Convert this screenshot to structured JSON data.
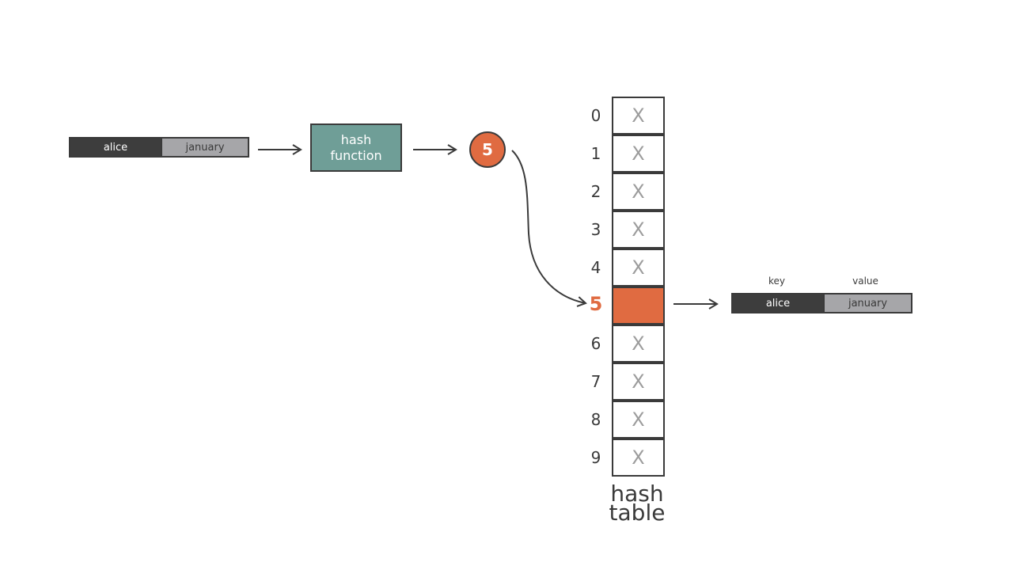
{
  "input_pair": {
    "key": "alice",
    "value": "january"
  },
  "hash_function": {
    "line1": "hash",
    "line2": "function"
  },
  "hash_result": "5",
  "table": {
    "indices": [
      "0",
      "1",
      "2",
      "3",
      "4",
      "5",
      "6",
      "7",
      "8",
      "9"
    ],
    "cells": [
      "X",
      "X",
      "X",
      "X",
      "X",
      "",
      "X",
      "X",
      "X",
      "X"
    ],
    "active_index": 5,
    "label_line1": "hash",
    "label_line2": "table"
  },
  "output_pair": {
    "key_header": "key",
    "value_header": "value",
    "key": "alice",
    "value": "january"
  },
  "colors": {
    "accent": "#e06b41",
    "hash_box": "#6f9e97",
    "key_dark": "#3d3d3d",
    "value_gray": "#a6a6a9",
    "stroke": "#3a3a3a"
  }
}
